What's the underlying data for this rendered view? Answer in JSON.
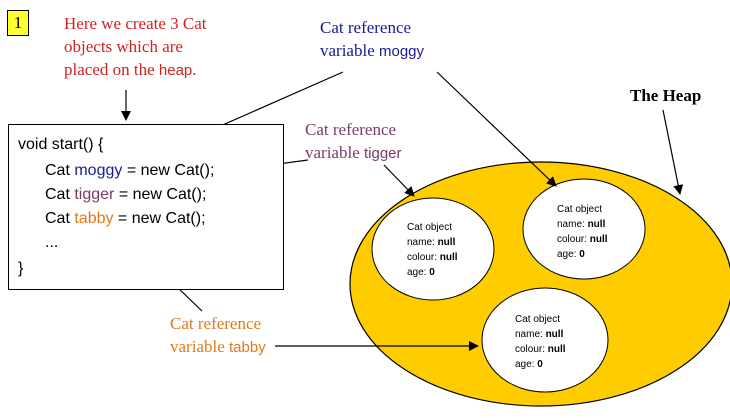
{
  "step_badge": "1",
  "intro_note": {
    "line1": "Here we create 3 Cat",
    "line2": "objects which are",
    "line3_prefix": "placed on the ",
    "line3_word": "heap",
    "line3_suffix": "."
  },
  "moggy_note": {
    "line1": "Cat reference",
    "line2_prefix": "variable ",
    "line2_var": "moggy"
  },
  "tigger_note": {
    "line1": "Cat reference",
    "line2_prefix": "variable ",
    "line2_var": "tigger"
  },
  "tabby_note": {
    "line1": "Cat reference",
    "line2_prefix": "variable ",
    "line2_var": "tabby"
  },
  "heap_title": "The Heap",
  "code": {
    "line1": "void start() {",
    "decl_type": "Cat ",
    "var_moggy": "moggy",
    "var_tigger": "tigger",
    "var_tabby": "tabby",
    "assign": " = new Cat();",
    "ellipsis": "...",
    "close": "}"
  },
  "cat_objects": [
    {
      "title": "Cat object",
      "name_label": "name: ",
      "name_value": "null",
      "colour_label": "colour: ",
      "colour_value": "null",
      "age_label": "age: ",
      "age_value": "0"
    },
    {
      "title": "Cat object",
      "name_label": "name: ",
      "name_value": "null",
      "colour_label": "colour: ",
      "colour_value": "null",
      "age_label": "age: ",
      "age_value": "0"
    },
    {
      "title": "Cat object",
      "name_label": "name: ",
      "name_value": "null",
      "colour_label": "colour: ",
      "colour_value": "null",
      "age_label": "age: ",
      "age_value": "0"
    }
  ],
  "colors": {
    "heap_fill": "#ffcc00",
    "badge_fill": "#ffff33",
    "intro_text": "#d42020",
    "moggy": "#1a1a99",
    "tigger": "#7a3a6a",
    "tabby": "#e07a1a"
  }
}
